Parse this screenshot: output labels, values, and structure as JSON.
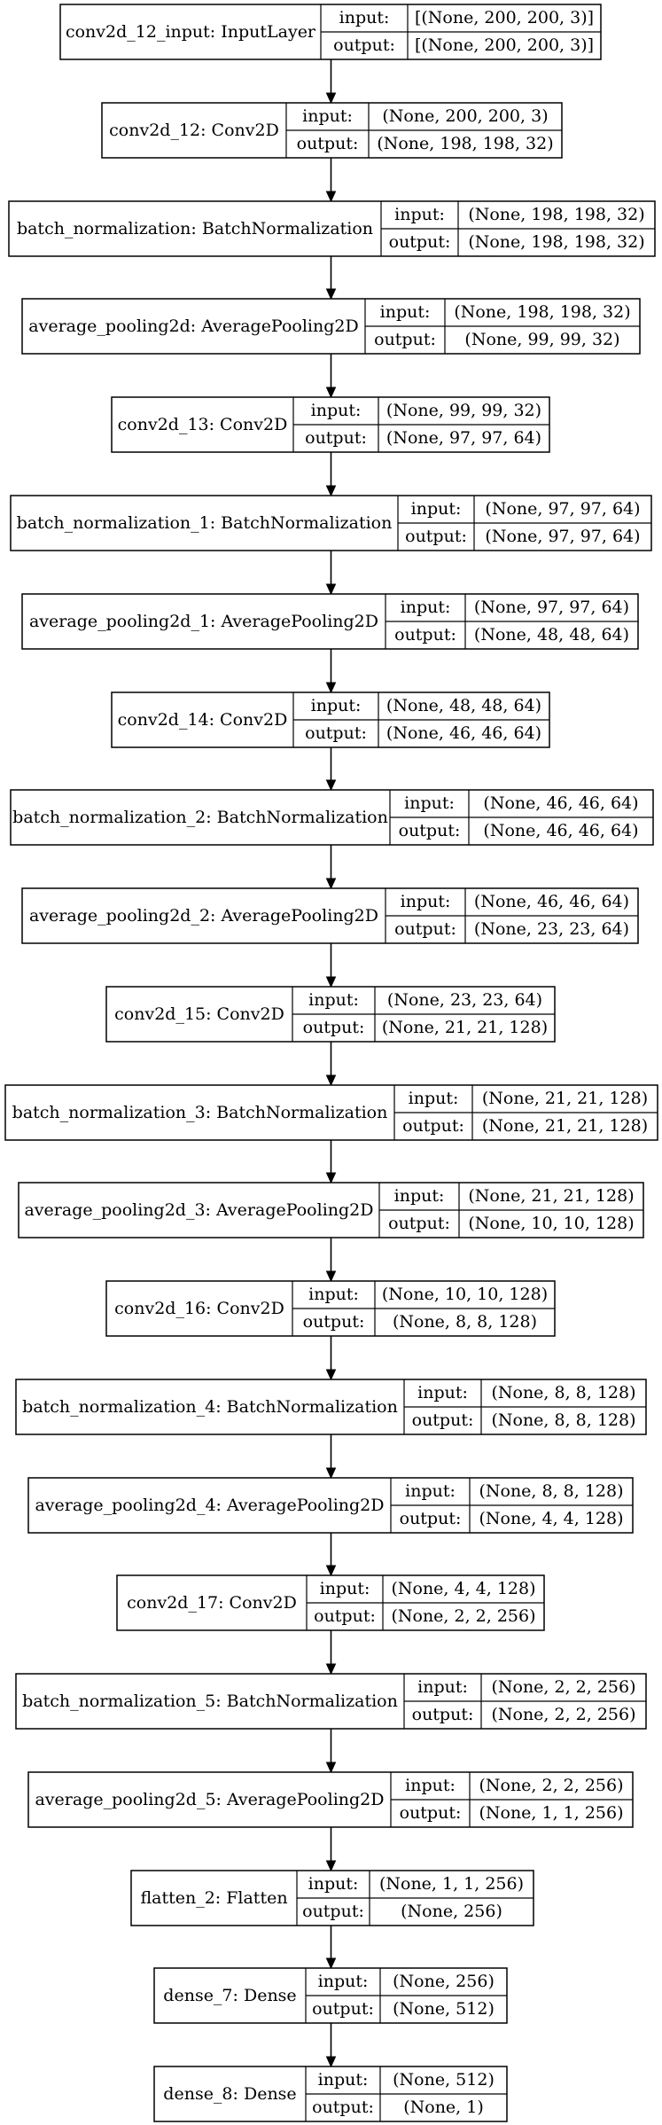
{
  "layers": [
    {
      "name": "conv2d_12_input: InputLayer",
      "input_label": "input:",
      "output_label": "output:",
      "input_shape": "[(None, 200, 200, 3)]",
      "output_shape": "[(None, 200, 200, 3)]"
    },
    {
      "name": "conv2d_12: Conv2D",
      "input_label": "input:",
      "output_label": "output:",
      "input_shape": "(None, 200, 200, 3)",
      "output_shape": "(None, 198, 198, 32)"
    },
    {
      "name": "batch_normalization: BatchNormalization",
      "input_label": "input:",
      "output_label": "output:",
      "input_shape": "(None, 198, 198, 32)",
      "output_shape": "(None, 198, 198, 32)"
    },
    {
      "name": "average_pooling2d: AveragePooling2D",
      "input_label": "input:",
      "output_label": "output:",
      "input_shape": "(None, 198, 198, 32)",
      "output_shape": "(None, 99, 99, 32)"
    },
    {
      "name": "conv2d_13: Conv2D",
      "input_label": "input:",
      "output_label": "output:",
      "input_shape": "(None, 99, 99, 32)",
      "output_shape": "(None, 97, 97, 64)"
    },
    {
      "name": "batch_normalization_1: BatchNormalization",
      "input_label": "input:",
      "output_label": "output:",
      "input_shape": "(None, 97, 97, 64)",
      "output_shape": "(None, 97, 97, 64)"
    },
    {
      "name": "average_pooling2d_1: AveragePooling2D",
      "input_label": "input:",
      "output_label": "output:",
      "input_shape": "(None, 97, 97, 64)",
      "output_shape": "(None, 48, 48, 64)"
    },
    {
      "name": "conv2d_14: Conv2D",
      "input_label": "input:",
      "output_label": "output:",
      "input_shape": "(None, 48, 48, 64)",
      "output_shape": "(None, 46, 46, 64)"
    },
    {
      "name": "batch_normalization_2: BatchNormalization",
      "input_label": "input:",
      "output_label": "output:",
      "input_shape": "(None, 46, 46, 64)",
      "output_shape": "(None, 46, 46, 64)"
    },
    {
      "name": "average_pooling2d_2: AveragePooling2D",
      "input_label": "input:",
      "output_label": "output:",
      "input_shape": "(None, 46, 46, 64)",
      "output_shape": "(None, 23, 23, 64)"
    },
    {
      "name": "conv2d_15: Conv2D",
      "input_label": "input:",
      "output_label": "output:",
      "input_shape": "(None, 23, 23, 64)",
      "output_shape": "(None, 21, 21, 128)"
    },
    {
      "name": "batch_normalization_3: BatchNormalization",
      "input_label": "input:",
      "output_label": "output:",
      "input_shape": "(None, 21, 21, 128)",
      "output_shape": "(None, 21, 21, 128)"
    },
    {
      "name": "average_pooling2d_3: AveragePooling2D",
      "input_label": "input:",
      "output_label": "output:",
      "input_shape": "(None, 21, 21, 128)",
      "output_shape": "(None, 10, 10, 128)"
    },
    {
      "name": "conv2d_16: Conv2D",
      "input_label": "input:",
      "output_label": "output:",
      "input_shape": "(None, 10, 10, 128)",
      "output_shape": "(None, 8, 8, 128)"
    },
    {
      "name": "batch_normalization_4: BatchNormalization",
      "input_label": "input:",
      "output_label": "output:",
      "input_shape": "(None, 8, 8, 128)",
      "output_shape": "(None, 8, 8, 128)"
    },
    {
      "name": "average_pooling2d_4: AveragePooling2D",
      "input_label": "input:",
      "output_label": "output:",
      "input_shape": "(None, 8, 8, 128)",
      "output_shape": "(None, 4, 4, 128)"
    },
    {
      "name": "conv2d_17: Conv2D",
      "input_label": "input:",
      "output_label": "output:",
      "input_shape": "(None, 4, 4, 128)",
      "output_shape": "(None, 2, 2, 256)"
    },
    {
      "name": "batch_normalization_5: BatchNormalization",
      "input_label": "input:",
      "output_label": "output:",
      "input_shape": "(None, 2, 2, 256)",
      "output_shape": "(None, 2, 2, 256)"
    },
    {
      "name": "average_pooling2d_5: AveragePooling2D",
      "input_label": "input:",
      "output_label": "output:",
      "input_shape": "(None, 2, 2, 256)",
      "output_shape": "(None, 1, 1, 256)"
    },
    {
      "name": "flatten_2: Flatten",
      "input_label": "input:",
      "output_label": "output:",
      "input_shape": "(None, 1, 1, 256)",
      "output_shape": "(None, 256)"
    },
    {
      "name": "dense_7: Dense",
      "input_label": "input:",
      "output_label": "output:",
      "input_shape": "(None, 256)",
      "output_shape": "(None, 512)"
    },
    {
      "name": "dense_8: Dense",
      "input_label": "input:",
      "output_label": "output:",
      "input_shape": "(None, 512)",
      "output_shape": "(None, 1)"
    }
  ]
}
